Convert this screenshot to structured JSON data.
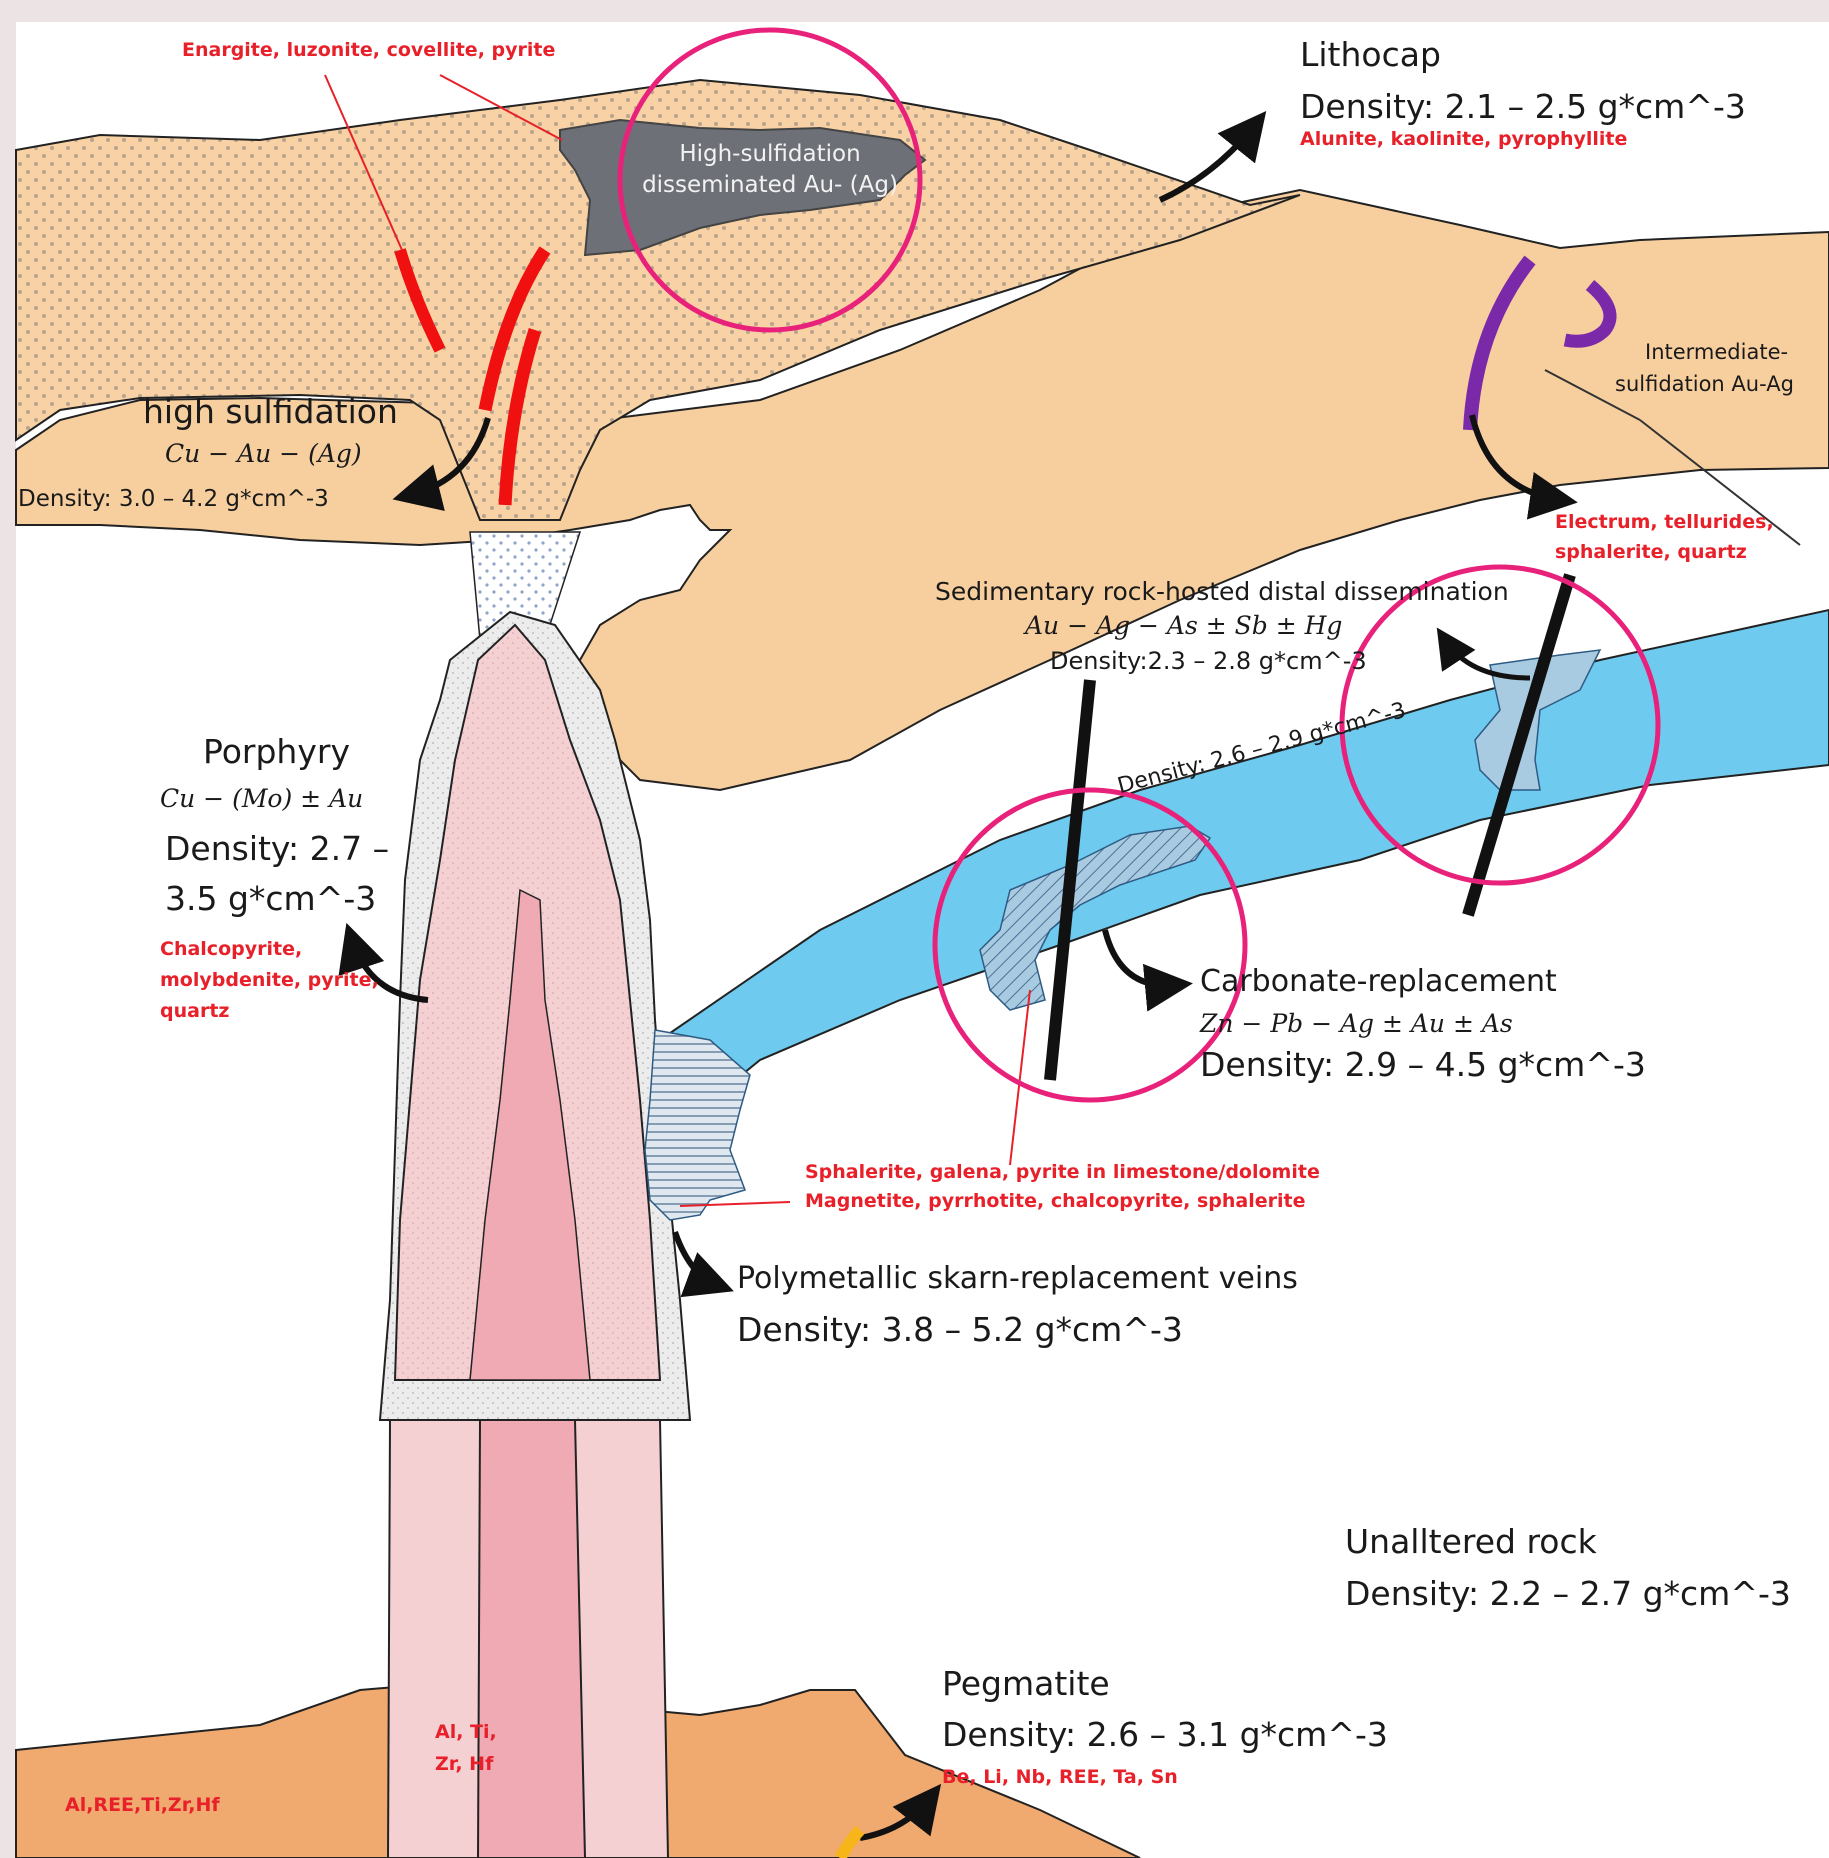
{
  "colors": {
    "background": "#ece3e4",
    "lithocap_fill": "#f8d2a4",
    "host_rock_fill": "#f7cf9f",
    "pegmatite_fill": "#f0a96f",
    "limestone_bed": "#6ecbef",
    "intrusion_outer": "#ececec",
    "intrusion_inner": "#f4d0d3",
    "intrusion_core": "#efaab3",
    "ore_body": "#6d7077",
    "highlight_circle": "#e8227a",
    "red_vein": "#f01010",
    "purple_vein": "#7a2aa8",
    "mineral_text": "#e8202a"
  },
  "labels": {
    "lithocap": {
      "name": "Lithocap",
      "density": "Density: 2.1 – 2.5 g*cm^-3",
      "minerals": "Alunite, kaolinite, pyrophyllite"
    },
    "enargite": "Enargite, luzonite, covellite, pyrite",
    "high_sulf_dissem": {
      "line1": "High-sulfidation",
      "line2": "disseminated Au- (Ag)"
    },
    "high_sulf": {
      "name": "high sulfidation",
      "formula": "Cu − Au − (Ag)",
      "density": "Density: 3.0 – 4.2 g*cm^-3"
    },
    "intermediate": {
      "line1": "Intermediate-",
      "line2": "sulfidation Au-Ag",
      "minerals_line1": "Electrum, tellurides,",
      "minerals_line2": "sphalerite, quartz"
    },
    "sedimentary": {
      "name": "Sedimentary rock-hosted distal dissemination",
      "formula": "Au − Ag − As ± Sb ± Hg",
      "density": "Density:2.3 – 2.8 g*cm^-3"
    },
    "bed_density": "Density: 2.6 – 2.9 g*cm^-3",
    "porphyry": {
      "name": "Porphyry",
      "formula": "Cu − (Mo) ± Au",
      "density_line1": "Density: 2.7 –",
      "density_line2": "3.5 g*cm^-3",
      "minerals_line1": "Chalcopyrite,",
      "minerals_line2": "molybdenite, pyrite,",
      "minerals_line3": "quartz"
    },
    "carbonate": {
      "name": "Carbonate-replacement",
      "formula": "Zn − Pb − Ag ± Au ± As",
      "density": "Density: 2.9 – 4.5 g*cm^-3"
    },
    "skarn_minerals": {
      "line1": "Sphalerite, galena, pyrite in limestone/dolomite",
      "line2": "Magnetite, pyrrhotite, chalcopyrite, sphalerite"
    },
    "polymetallic": {
      "name": "Polymetallic skarn-replacement veins",
      "density": "Density: 3.8 – 5.2 g*cm^-3"
    },
    "unaltered": {
      "name": "Unalltered rock",
      "density": "Density: 2.2 – 2.7 g*cm^-3"
    },
    "pegmatite": {
      "name": "Pegmatite",
      "density": "Density: 2.6 – 3.1 g*cm^-3",
      "elements": "Be, Li, Nb, REE, Ta, Sn"
    },
    "stock_elements": {
      "line1": "Al, Ti,",
      "line2": "Zr, Hf"
    },
    "basement_elements": "Al,REE,Ti,Zr,Hf"
  }
}
